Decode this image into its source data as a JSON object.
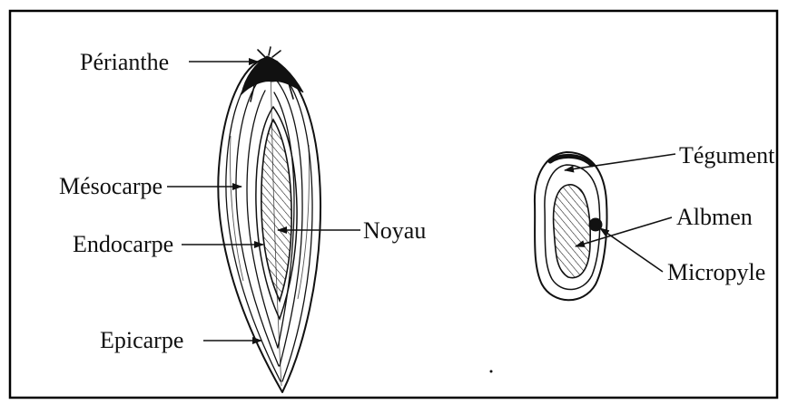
{
  "diagram": {
    "fruit_labels": {
      "perianthe": "Périanthe",
      "mesocarpe": "Mésocarpe",
      "endocarpe": "Endocarpe",
      "epicarpe": "Epicarpe",
      "noyau": "Noyau"
    },
    "seed_labels": {
      "tegument": "Tégument",
      "albmen": "Albmen",
      "micropyle": "Micropyle"
    }
  },
  "colors": {
    "ink": "#111111",
    "frame": "#000000",
    "background": "#ffffff"
  }
}
